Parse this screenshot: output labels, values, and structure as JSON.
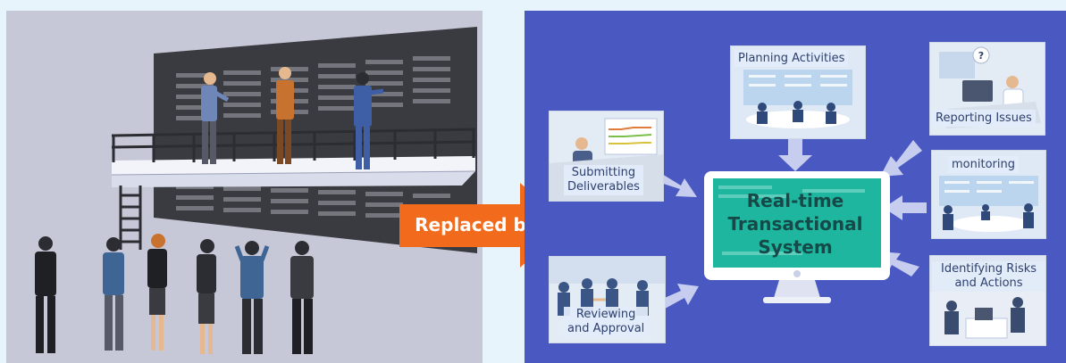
{
  "banner": {
    "label": "Replaced by"
  },
  "system": {
    "line1": "Real-time",
    "line2": "Transactional",
    "line3": "System"
  },
  "activities": [
    {
      "label": "Planning Activities"
    },
    {
      "label": "Reporting Issues"
    },
    {
      "label": "monitoring"
    },
    {
      "label": "Identifying Risks",
      "label2": "and Actions"
    },
    {
      "label": "Submitting",
      "label2": "Deliverables"
    },
    {
      "label": "Reviewing",
      "label2": "and Approval"
    }
  ],
  "icons": {
    "question_mark": "?"
  },
  "colors": {
    "banner": "#f26a1b",
    "right_background": "#4a58c2",
    "left_background": "#c6c8d8",
    "monitor_screen": "#1fb6a0",
    "arrows": "#c7cdee"
  }
}
